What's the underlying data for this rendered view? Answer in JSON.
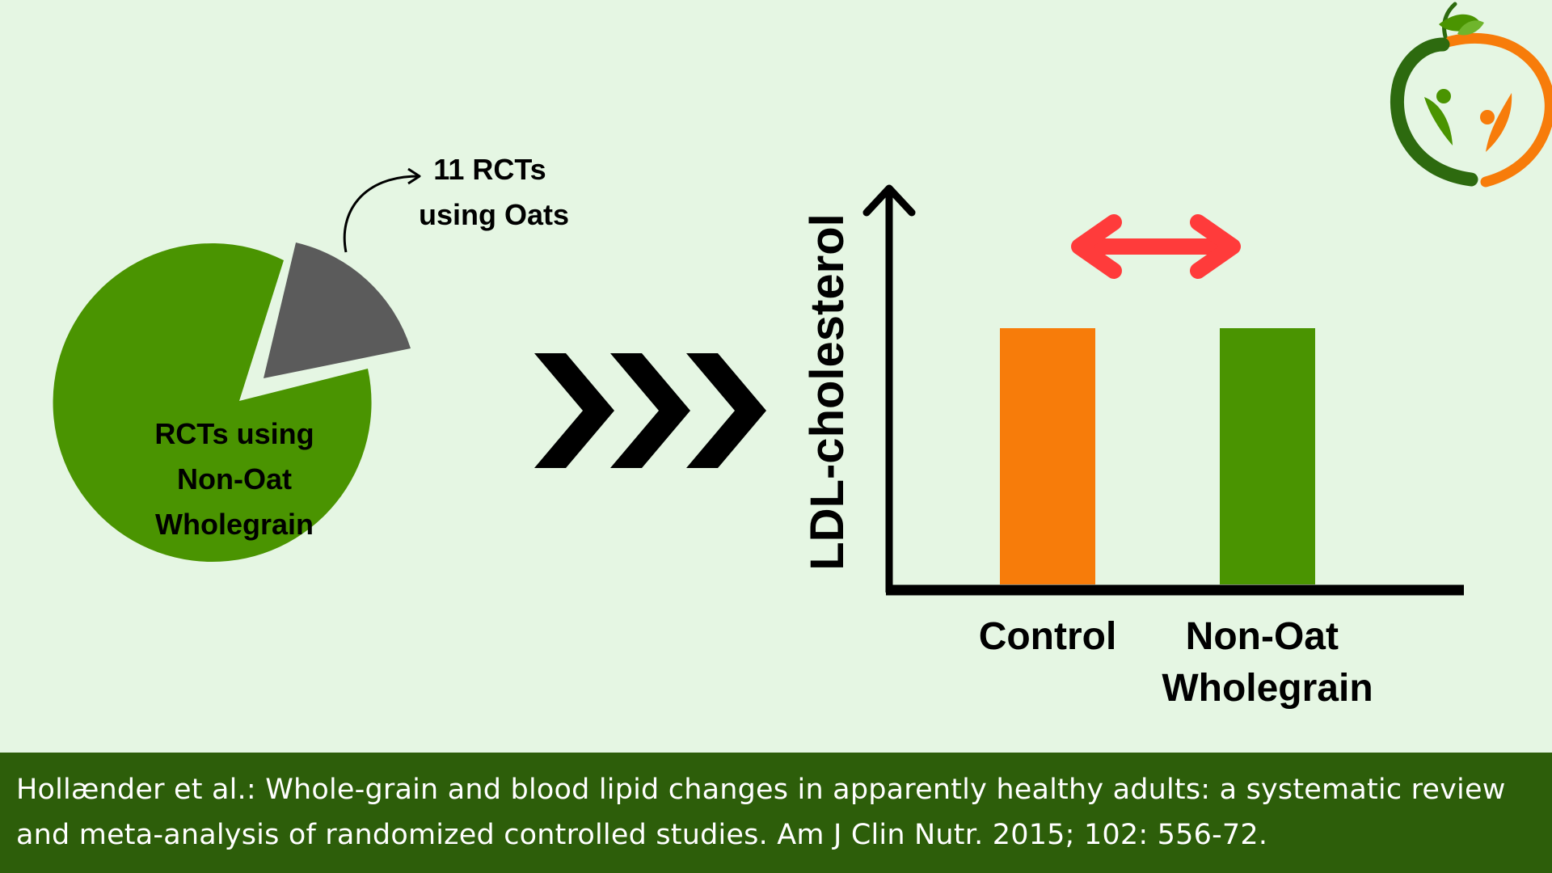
{
  "colors": {
    "background": "#e5f6e3",
    "green": "#4a9401",
    "gray": "#5b5b5b",
    "orange": "#f77c0a",
    "red_arrow": "#ff3b3b",
    "footer": "#2d5e0a",
    "black": "#000000"
  },
  "pie": {
    "center_label_lines": [
      "RCTs using",
      "Non-Oat",
      "Wholegrain"
    ],
    "callout_lines": [
      "11 RCTs",
      "using Oats"
    ]
  },
  "chevrons": {
    "count": 3,
    "icon": "triple-chevron-right-icon"
  },
  "chart_data": {
    "type": "bar",
    "ylabel": "LDL-cholesterol",
    "categories": [
      "Control",
      "Non-Oat Wholegrain"
    ],
    "category_label_lines": [
      [
        "Control"
      ],
      [
        "Non-Oat",
        "Wholegrain"
      ]
    ],
    "values": [
      1,
      1
    ],
    "bar_colors": [
      "#f77c0a",
      "#4a9401"
    ],
    "comparison_icon": "double-headed-arrow-icon"
  },
  "logo": {
    "icon": "apple-family-logo-icon"
  },
  "footer": {
    "citation_line1": "Hollænder et al.:  Whole-grain and blood lipid changes in apparently healthy adults: a systematic review",
    "citation_line2": "and meta-analysis of randomized controlled studies. Am J Clin Nutr. 2015; 102: 556-72."
  }
}
